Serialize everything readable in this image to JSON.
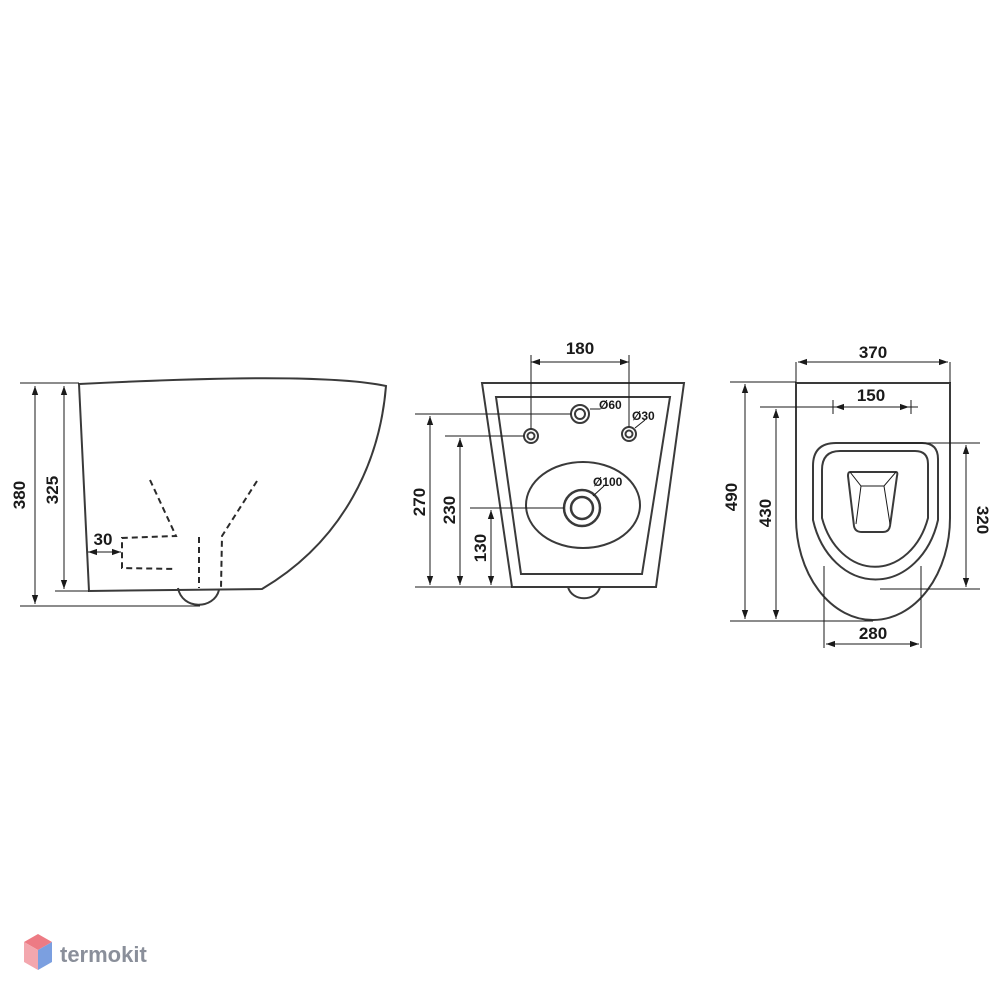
{
  "side_view": {
    "height_total": "380",
    "height_inner": "325",
    "offset": "30"
  },
  "back_view": {
    "width_top": "180",
    "hole_large": "Ø60",
    "hole_small": "Ø30",
    "outlet": "Ø100",
    "height_270": "270",
    "height_230": "230",
    "height_130": "130"
  },
  "top_view": {
    "width_total": "370",
    "fix_spacing": "150",
    "length_total": "490",
    "length_430": "430",
    "seat_length": "320",
    "seat_width": "280"
  },
  "brand": {
    "name": "termokit"
  },
  "colors": {
    "line": "#3a3a3a",
    "logo_red": "#e8505b",
    "logo_blue": "#4f7fd6"
  }
}
